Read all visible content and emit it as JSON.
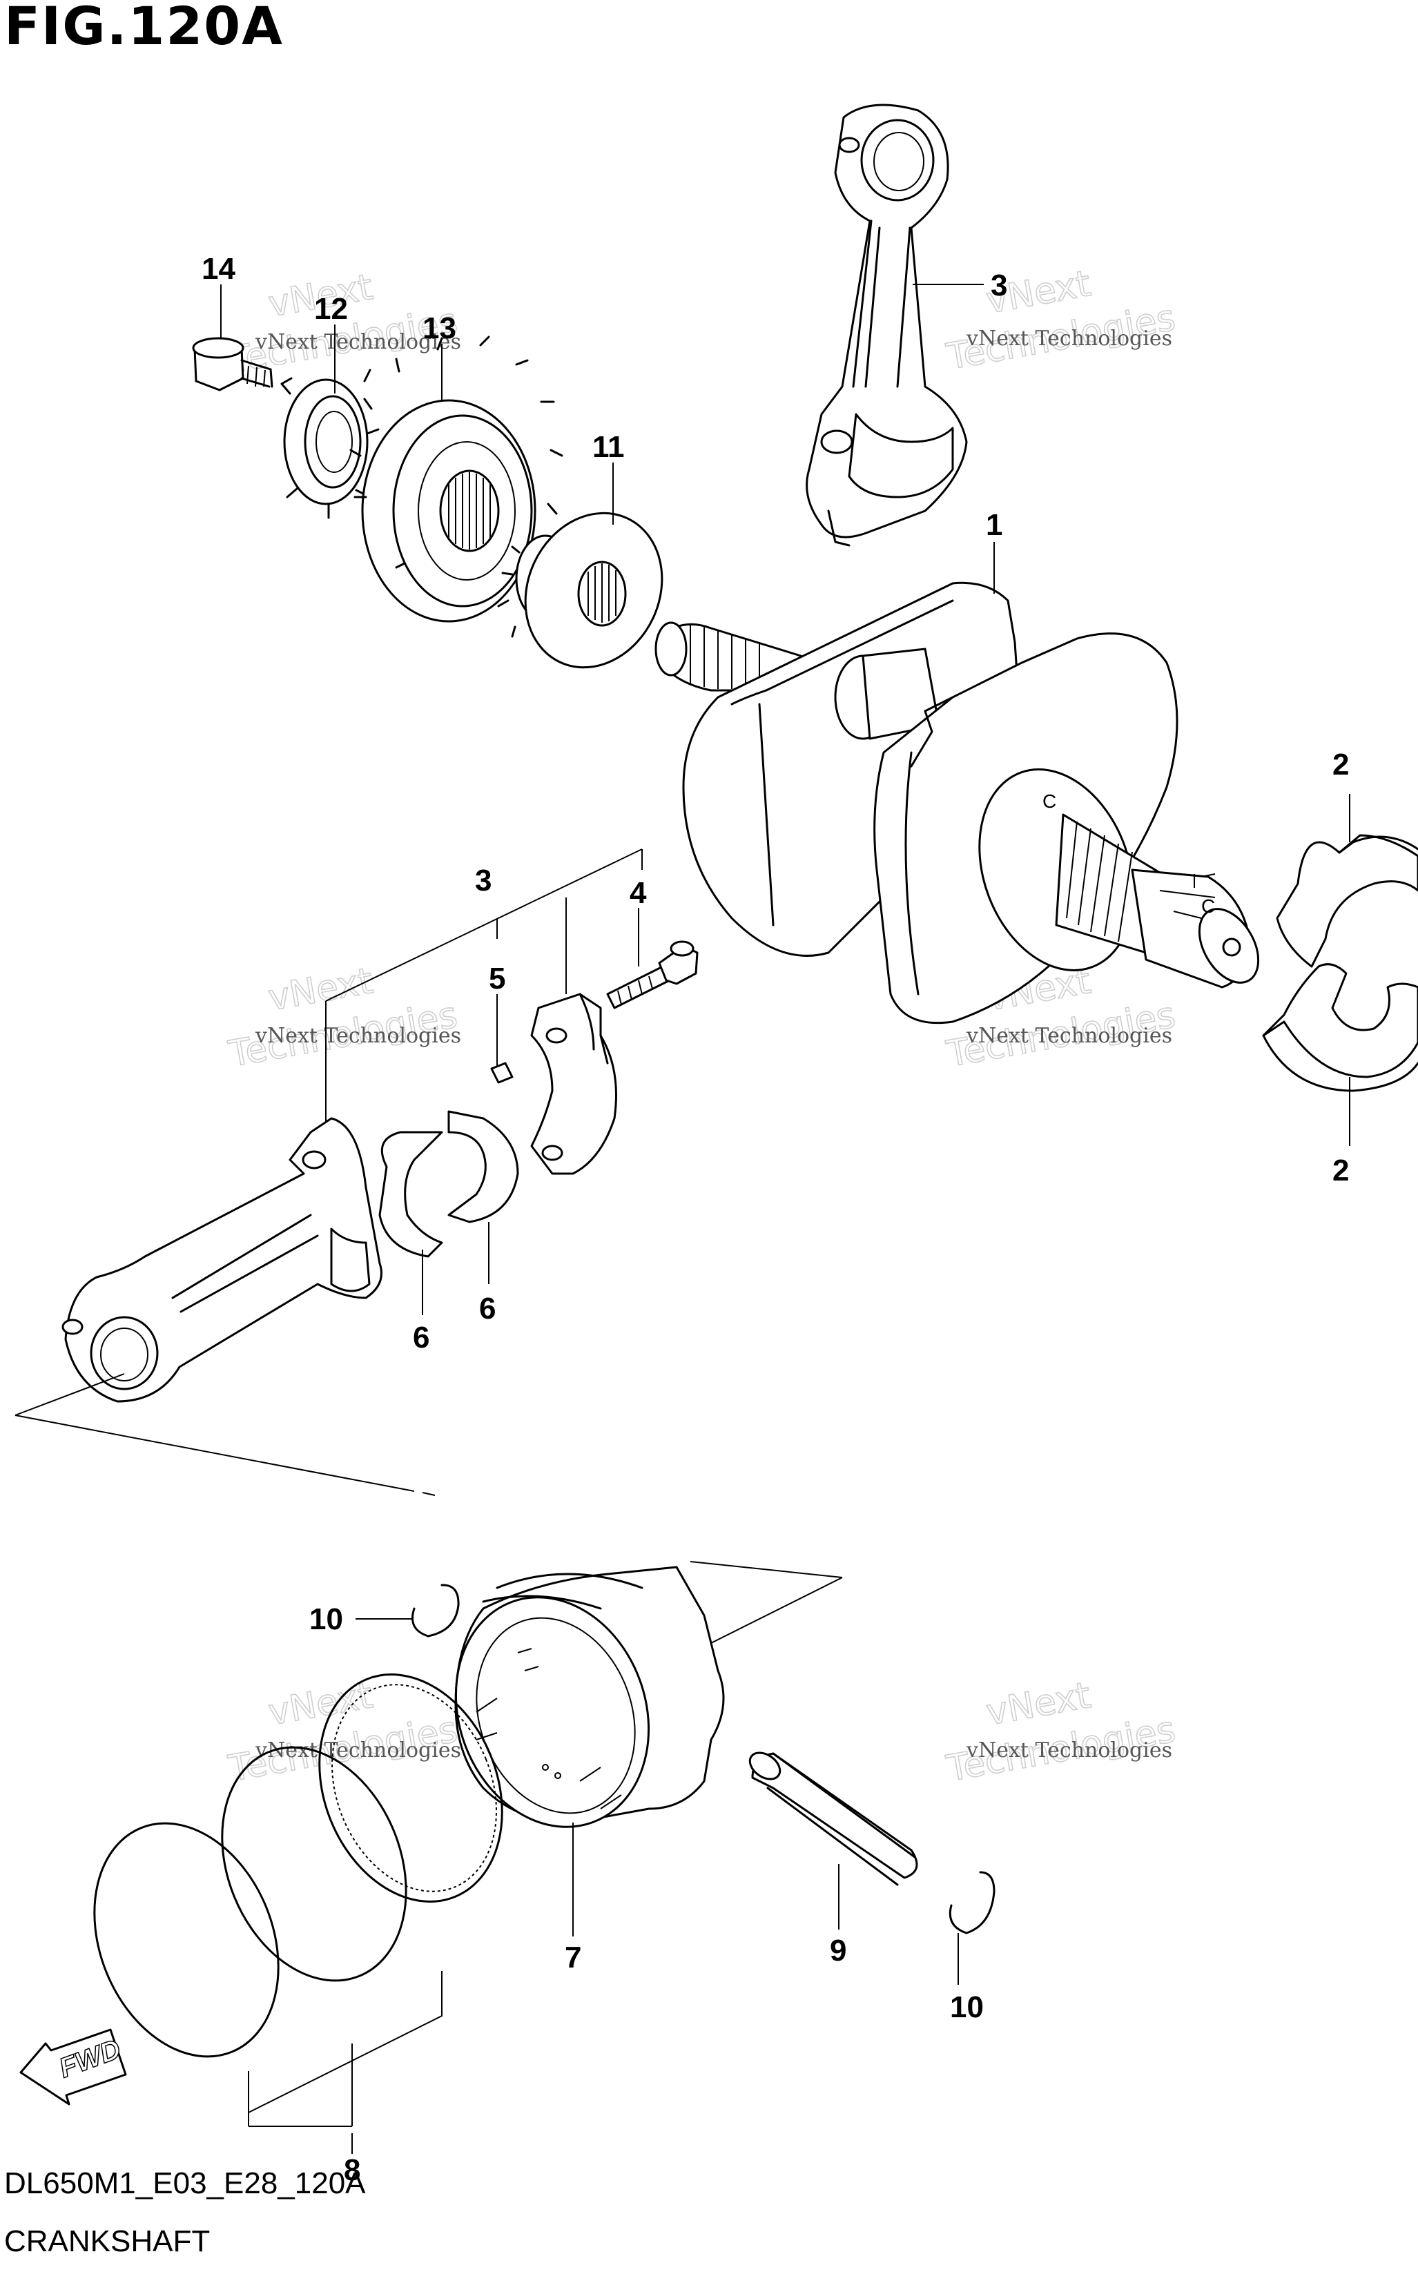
{
  "figure": {
    "title": "FIG.120A",
    "code": "DL650M1_E03_E28_120A",
    "name": "CRANKSHAFT"
  },
  "watermark": {
    "line1": "vNext Technologies",
    "line2": "vNext",
    "line3": "Technologies"
  },
  "fwd_label": "FWD",
  "callouts": [
    "1",
    "2",
    "2",
    "3",
    "3",
    "4",
    "5",
    "6",
    "6",
    "7",
    "8",
    "9",
    "10",
    "10",
    "11",
    "12",
    "13",
    "14"
  ]
}
